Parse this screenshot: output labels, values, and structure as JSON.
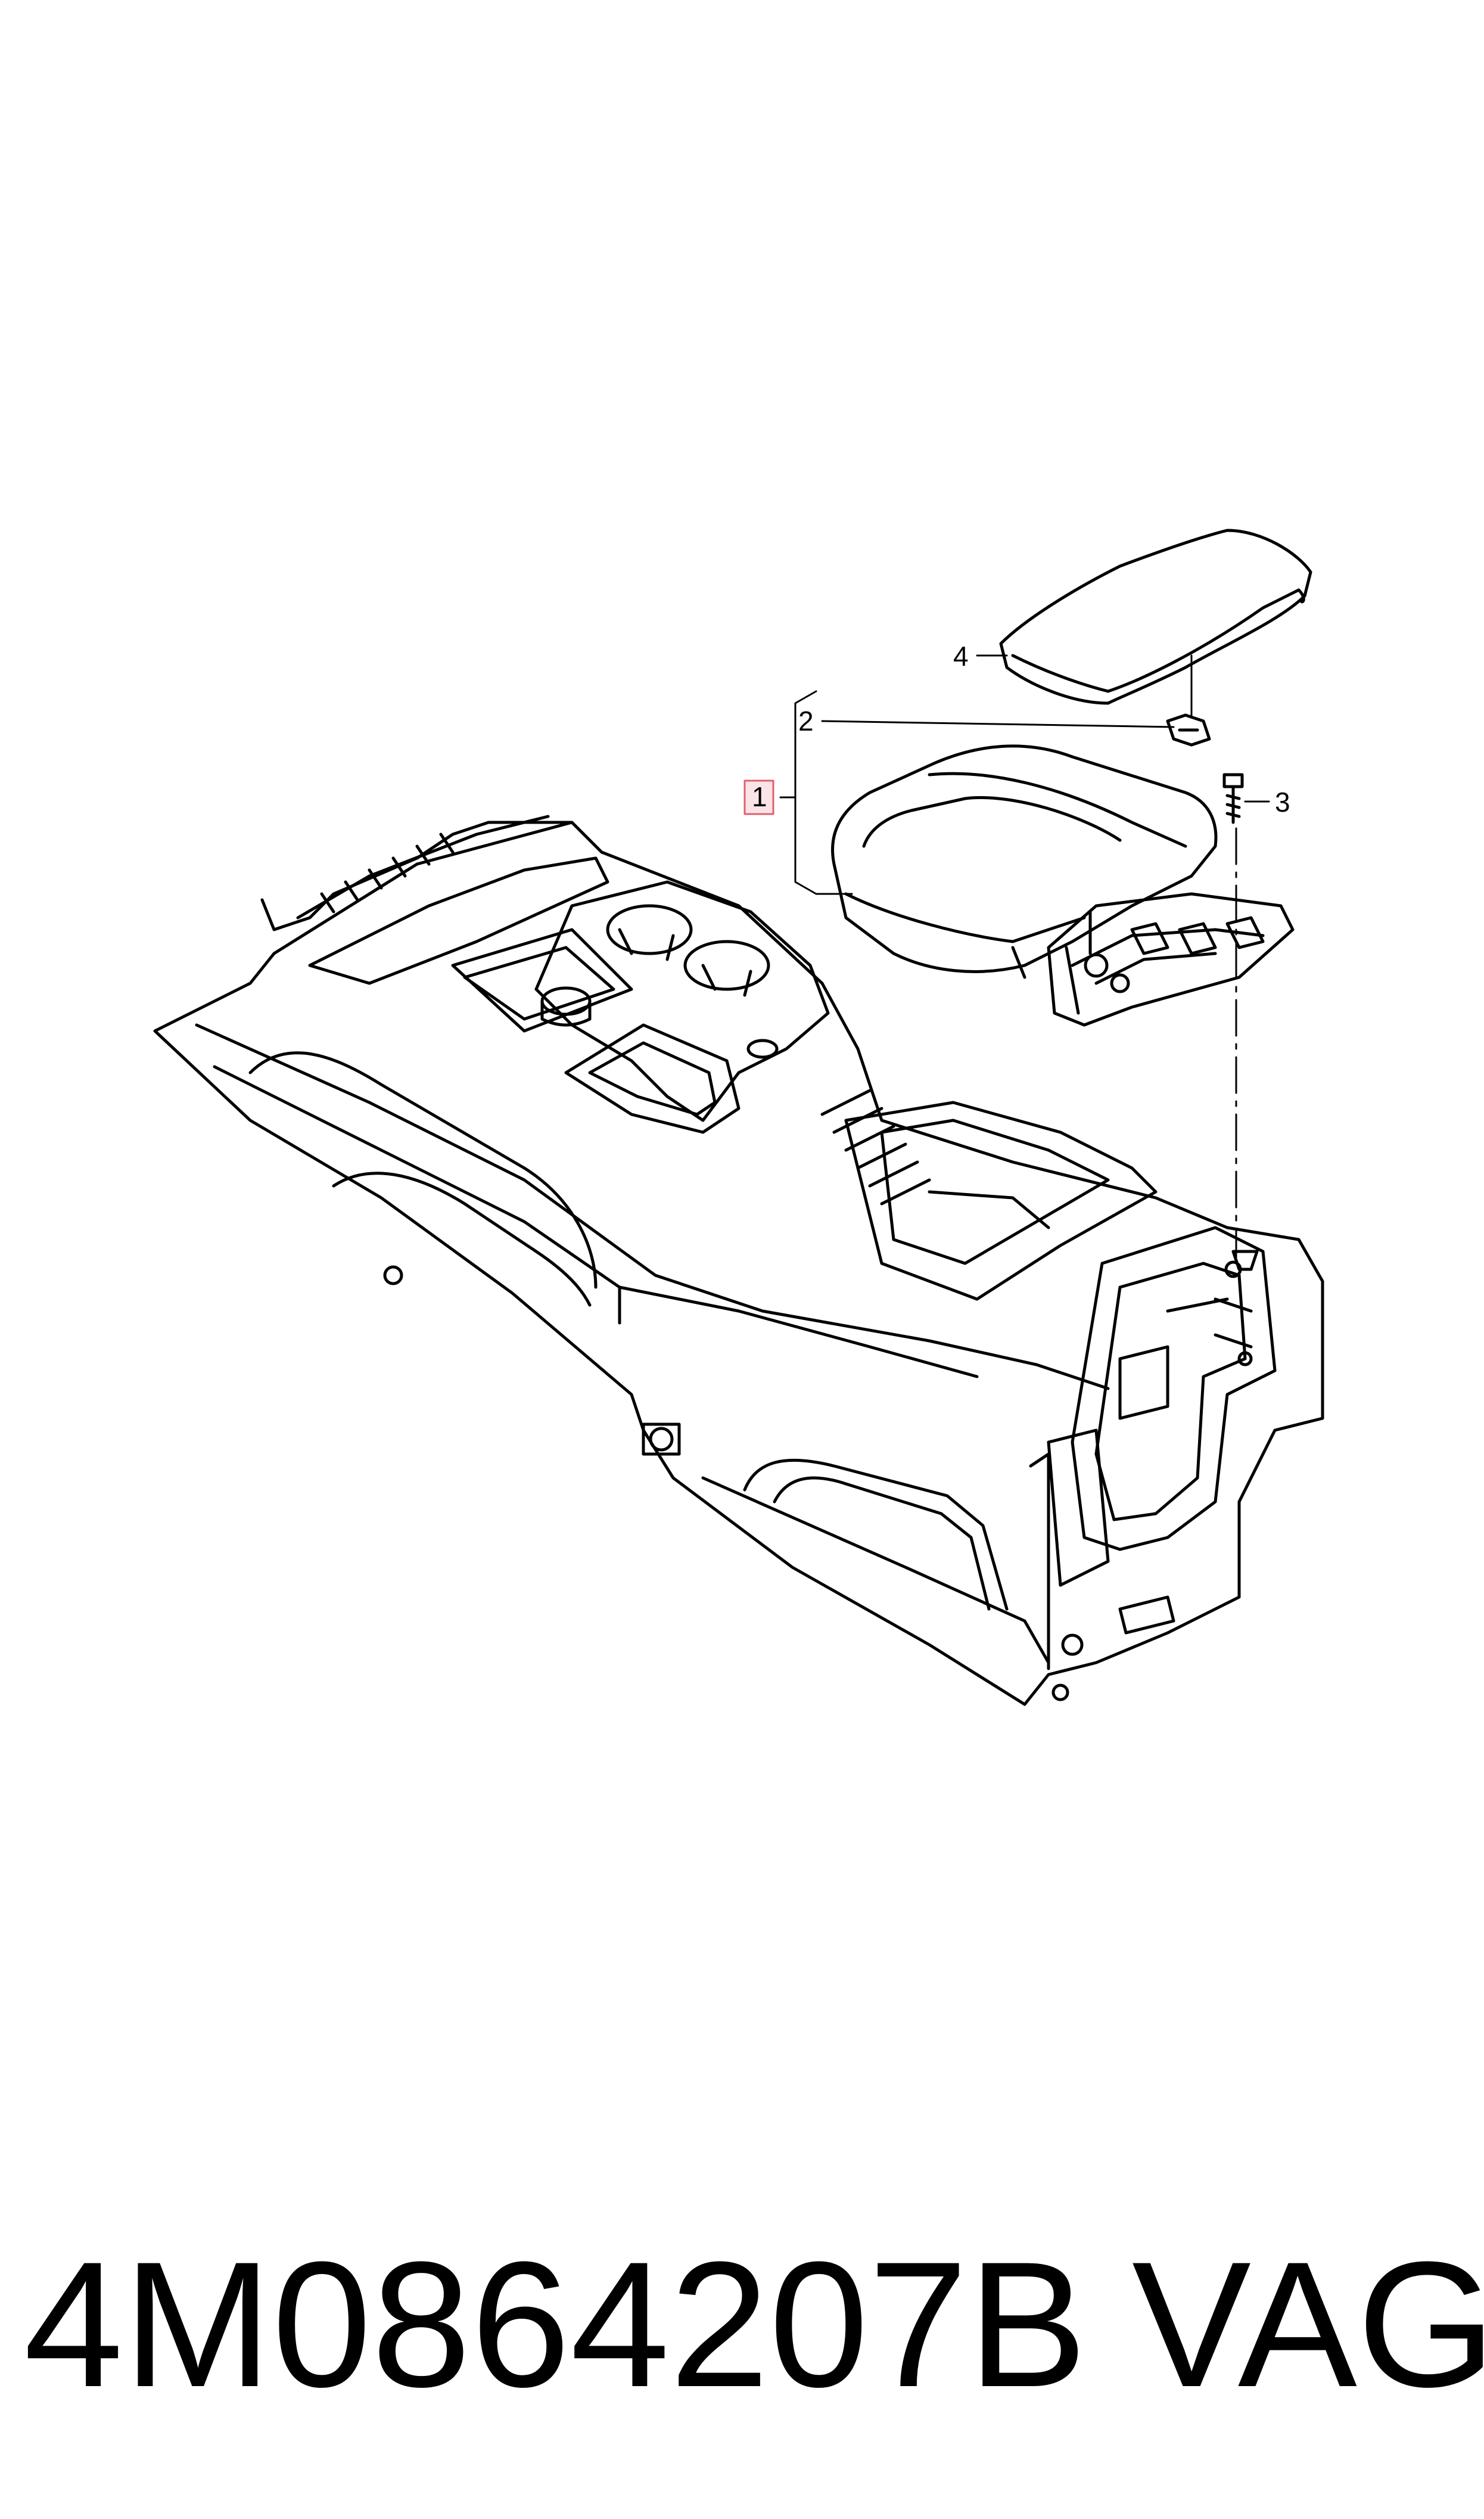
{
  "diagram": {
    "callouts": [
      {
        "label": "1",
        "highlighted": true
      },
      {
        "label": "2",
        "highlighted": false
      },
      {
        "label": "3",
        "highlighted": false
      },
      {
        "label": "4",
        "highlighted": false
      }
    ],
    "highlight_color": "#e06070",
    "highlight_fill": "#fbe4e8",
    "line_color": "#000000"
  },
  "caption": {
    "part_number": "4M0864207B",
    "brand": "VAG"
  }
}
